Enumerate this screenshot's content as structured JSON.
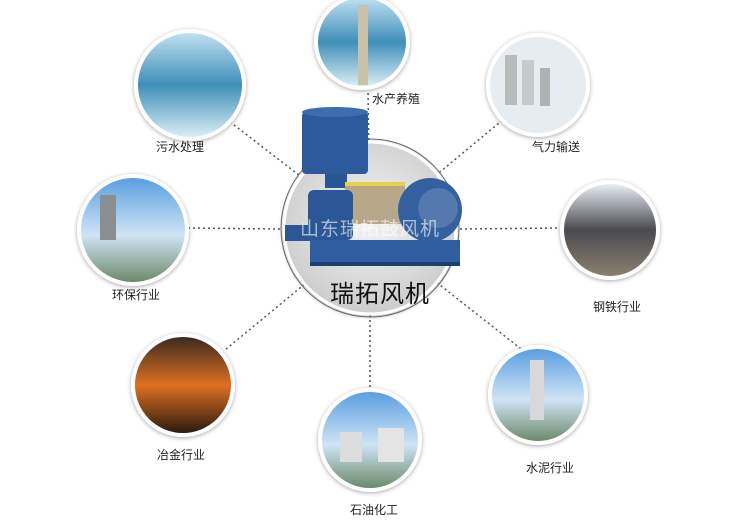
{
  "center": {
    "title": "瑞拓风机",
    "watermark": "山东瑞拓鼓风机"
  },
  "industries": [
    {
      "label": "水产养殖"
    },
    {
      "label": "污水处理"
    },
    {
      "label": "气力输送"
    },
    {
      "label": "环保行业"
    },
    {
      "label": "钢铁行业"
    },
    {
      "label": "冶金行业"
    },
    {
      "label": "水泥行业"
    },
    {
      "label": "石油化工"
    }
  ],
  "colors": {
    "blower": "#2c5a9c",
    "line": "#555555"
  }
}
